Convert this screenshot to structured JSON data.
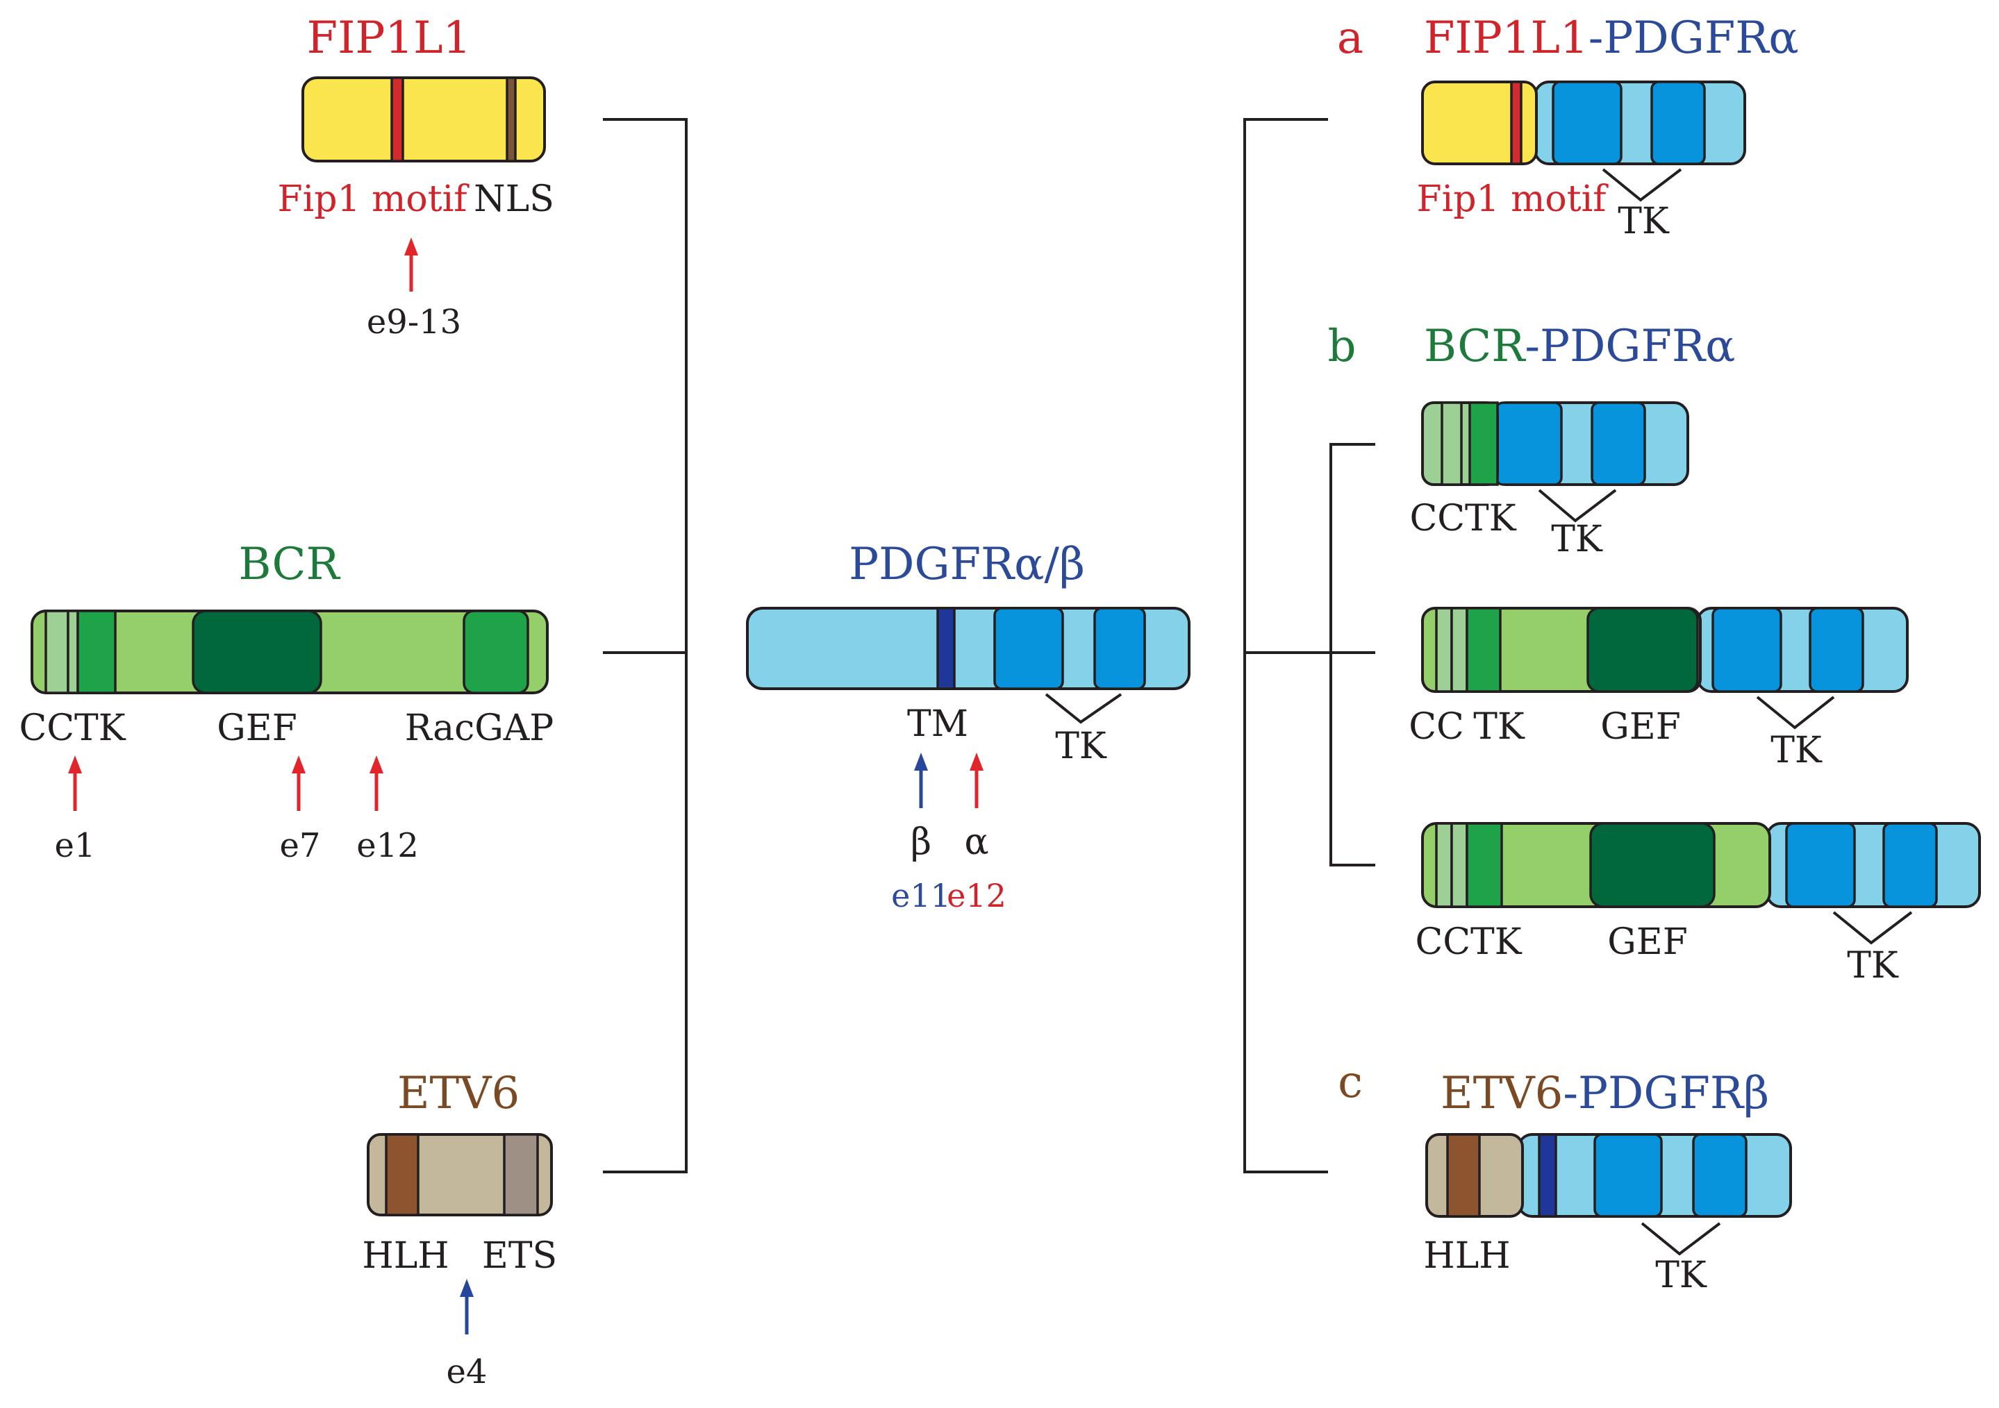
{
  "colors": {
    "fip_yellow": "#fbe54f",
    "fip_red": "#d12a2f",
    "fip_brown": "#7a5536",
    "pdgfr_light": "#84d2ea",
    "pdgfr_tk": "#0894dc",
    "pdgfr_tm": "#1e3799",
    "bcr_pale": "#9dd094",
    "bcr_light": "#95cf69",
    "bcr_mid": "#1fa349",
    "bcr_dark": "#00683a",
    "etv_tan": "#c3b89c",
    "etv_brown": "#8c5530",
    "etv_gray": "#9e9084",
    "red_text": "#d1232a",
    "blue_text": "#2c4a9a",
    "green_text": "#1e7a3b",
    "brown_text": "#7a4a24",
    "black_text": "#231f20",
    "red_arrow": "#e1252b",
    "blue_arrow": "#26479b"
  },
  "left": {
    "fip1l1": {
      "title": "FIP1L1",
      "motif": "Fip1 motif",
      "nls": "NLS",
      "breakpoint": "e9-13"
    },
    "bcr": {
      "title": "BCR",
      "cctk": "CCTK",
      "gef": "GEF",
      "racgap": "RacGAP",
      "bp_e1": "e1",
      "bp_e7": "e7",
      "bp_e12": "e12"
    },
    "etv6": {
      "title": "ETV6",
      "hlh": "HLH",
      "ets": "ETS",
      "breakpoint": "e4"
    }
  },
  "center": {
    "title": "PDGFRα/β",
    "tm": "TM",
    "tk": "TK",
    "beta": "β",
    "alpha": "α",
    "e11": "e11",
    "e12": "e12"
  },
  "right": {
    "a": {
      "letter": "a",
      "title_part1": "FIP1L1",
      "title_part2": "-PDGFRα",
      "motif": "Fip1 motif",
      "tk": "TK"
    },
    "b": {
      "letter": "b",
      "title_part1": "BCR",
      "title_part2": "-PDGFRα",
      "v1_cctk": "CCTK",
      "v1_tk": "TK",
      "v2_cc": "CC",
      "v2_tk_bcr": "TK",
      "v2_gef": "GEF",
      "v2_tk": "TK",
      "v3_cctk": "CCTK",
      "v3_gef": "GEF",
      "v3_tk": "TK"
    },
    "c": {
      "letter": "c",
      "title_part1": "ETV6",
      "title_part2": "-PDGFRβ",
      "hlh": "HLH",
      "tk": "TK"
    }
  }
}
